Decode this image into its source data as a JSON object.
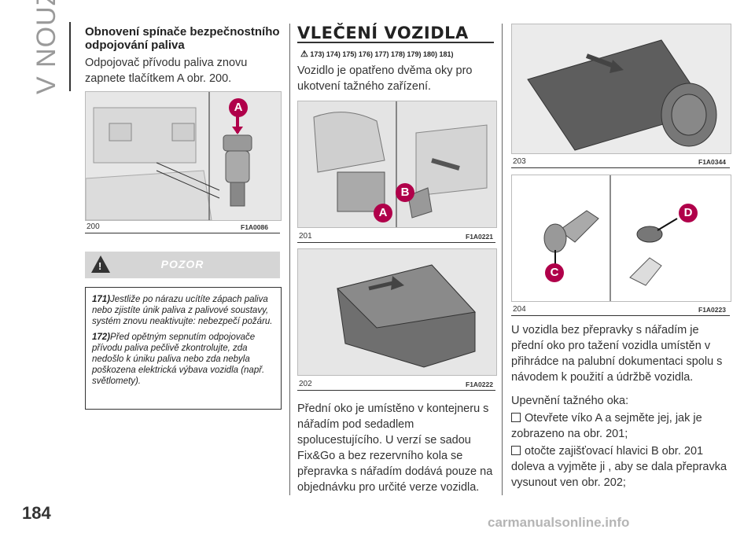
{
  "side_title": "V NOUZI",
  "page_number": "184",
  "watermark": "carmanualsonline.info",
  "col1": {
    "heading": "Obnovení spínače bezpečnostního odpojování paliva",
    "para": "Odpojovač přívodu paliva znovu zapnete tlačítkem A obr. 200.",
    "fig": {
      "num": "200",
      "code": "F1A0086",
      "label": "A"
    },
    "warning": {
      "title": "POZOR",
      "items": [
        {
          "ref": "171)",
          "text": "Jestliže po nárazu ucítíte zápach paliva nebo zjistíte únik paliva z palivové soustavy, systém znovu neaktivujte: nebezpečí požáru."
        },
        {
          "ref": "172)",
          "text": "Před opětným sepnutím odpojovače přívodu paliva pečlivě zkontrolujte, zda nedošlo k úniku paliva nebo zda nebyla poškozena elektrická výbava vozidla (např. světlomety)."
        }
      ]
    }
  },
  "col2": {
    "title": "VLEČENÍ VOZIDLA",
    "refs": "173) 174) 175) 176) 177) 178) 179) 180) 181)",
    "para1": "Vozidlo je opatřeno dvěma oky pro ukotvení tažného zařízení.",
    "fig201": {
      "num": "201",
      "code": "F1A0221",
      "label_a": "A",
      "label_b": "B"
    },
    "fig202": {
      "num": "202",
      "code": "F1A0222"
    },
    "para2": "Přední oko je umístěno v kontejneru s nářadím pod sedadlem spolucestujícího. U verzí se sadou Fix&Go a bez rezervního kola se přepravka s nářadím dodává pouze na objednávku pro určité verze vozidla."
  },
  "col3": {
    "fig203": {
      "num": "203",
      "code": "F1A0344"
    },
    "fig204": {
      "num": "204",
      "code": "F1A0223",
      "label_c": "C",
      "label_d": "D"
    },
    "para1": "U vozidla bez přepravky s nářadím je přední oko pro tažení vozidla umístěn v přihrádce na palubní dokumentaci spolu s návodem k použití a údržbě vozidla.",
    "para2": "Upevnění tažného oka:",
    "bullets": [
      "Otevřete víko A a sejměte jej, jak je zobrazeno na obr. 201;",
      "otočte zajišťovací hlavici B obr. 201 doleva a vyjměte ji , aby se dala přepravka vysunout ven obr. 202;"
    ]
  }
}
